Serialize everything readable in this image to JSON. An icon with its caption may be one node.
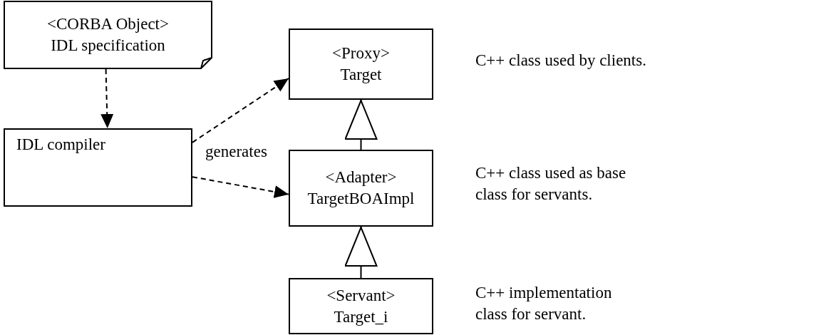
{
  "diagram": {
    "nodes": [
      {
        "text": [
          "<CORBA Object> IDL specification"
        ]
      },
      {
        "text": [
          "IDL compiler"
        ]
      },
      {
        "text": [
          "<Proxy> Target"
        ],
        "beside": [
          "C++ class used by clients."
        ]
      },
      {
        "text": [
          "<Adapter> TargetBOAImpl"
        ],
        "beside": [
          "C++ class used as base class for servants."
        ]
      },
      {
        "text": [
          "<Servant> Target_i"
        ],
        "beside": [
          "C++ implementation class for servant."
        ]
      }
    ],
    "edges": [
      {
        "from": 0,
        "to": 1,
        "arrow": "to",
        "style": "dashed"
      },
      {
        "from": 1,
        "to": 2,
        "arrow": "to",
        "style": "dashed"
      },
      {
        "from": 1,
        "to": 3,
        "arrow": "to",
        "style": "dashed"
      },
      {
        "from": 3,
        "to": 2,
        "arrow": "to"
      },
      {
        "from": 4,
        "to": 3,
        "arrow": "to"
      }
    ],
    "labels": [
      "generates"
    ]
  }
}
